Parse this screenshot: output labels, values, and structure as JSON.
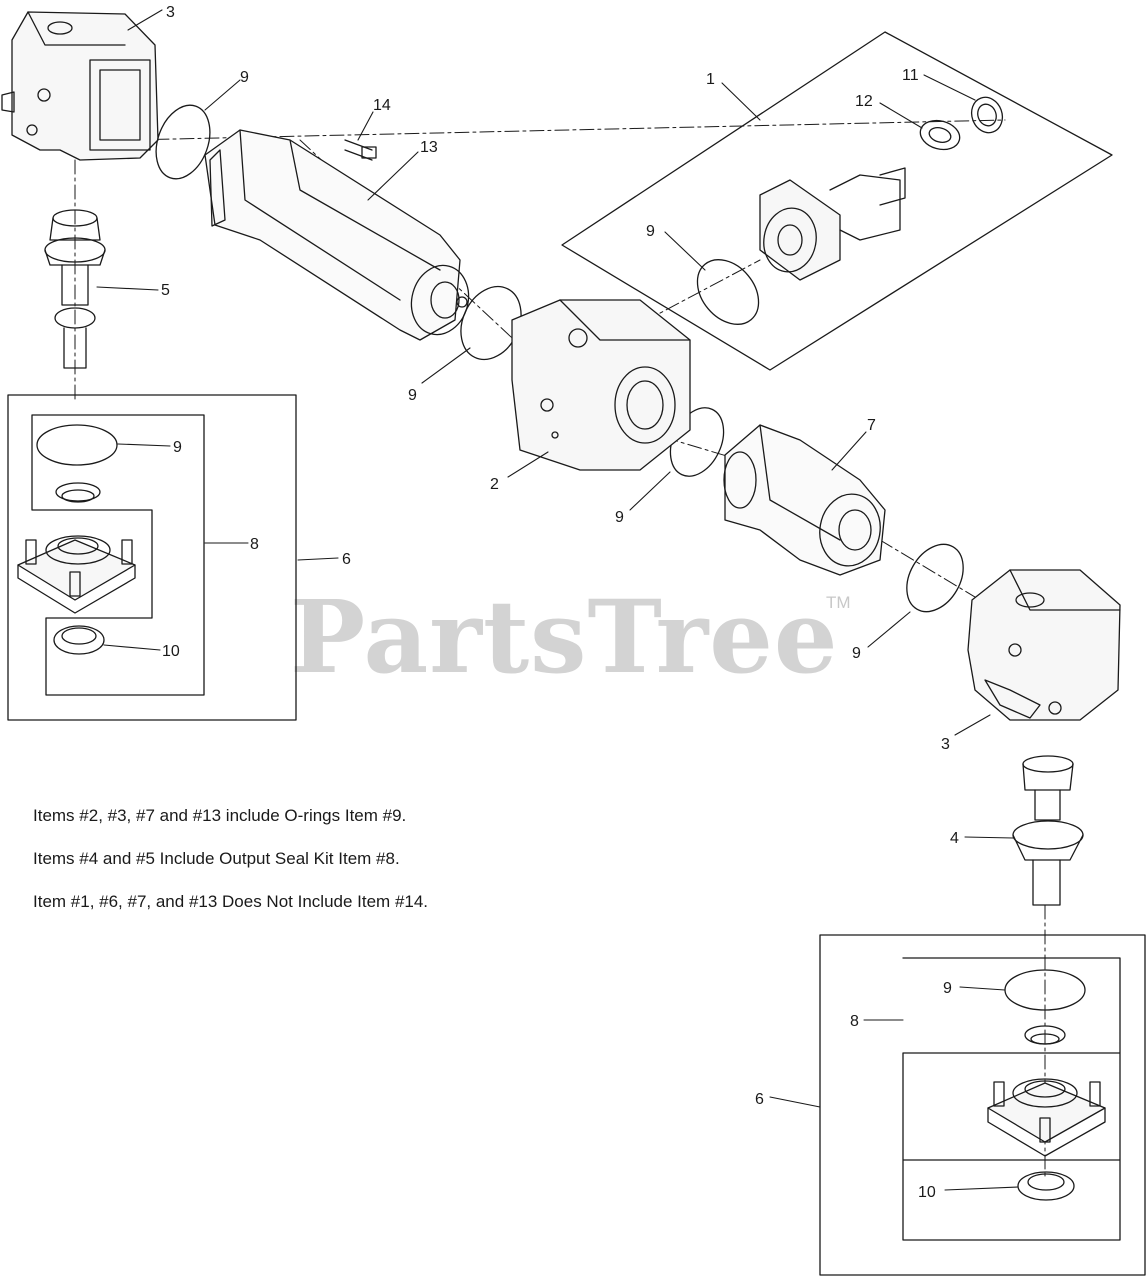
{
  "watermark": {
    "brand": "PartsTree",
    "trademark": "TM"
  },
  "notes": [
    "Items #2, #3, #7 and #13 include O-rings Item #9.",
    "Items #4 and #5 Include Output Seal Kit Item #8.",
    "Item #1, #6, #7, and #13 Does Not Include Item #14."
  ],
  "callouts": {
    "c3a": "3",
    "c9a": "9",
    "c14": "14",
    "c13": "13",
    "c1": "1",
    "c11": "11",
    "c12": "12",
    "c9b": "9",
    "c5": "5",
    "c9c": "9",
    "c9d": "9",
    "c8a": "8",
    "c6a": "6",
    "c10a": "10",
    "c2": "2",
    "c9e": "9",
    "c7": "7",
    "c9f": "9",
    "c3b": "3",
    "c4": "4",
    "c9g": "9",
    "c8b": "8",
    "c6b": "6",
    "c10b": "10"
  }
}
